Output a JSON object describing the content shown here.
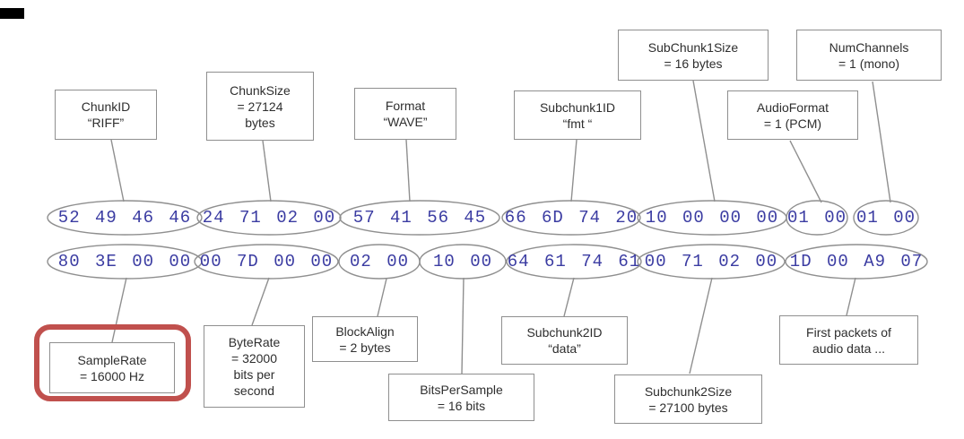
{
  "diagram_title": "WAV file header byte layout",
  "colors": {
    "hex_text": "#3b3ca2",
    "outline": "#8f8f8f",
    "label_text": "#2e2e2e",
    "highlight": "#c0504d",
    "background": "#ffffff"
  },
  "top_labels": [
    {
      "text": "ChunkID\n“RIFF”"
    },
    {
      "text": "ChunkSize\n= 27124\nbytes"
    },
    {
      "text": "Format\n“WAVE”"
    },
    {
      "text": "Subchunk1ID\n“fmt “"
    },
    {
      "text": "SubChunk1Size\n= 16 bytes"
    },
    {
      "text": "AudioFormat\n= 1 (PCM)"
    },
    {
      "text": "NumChannels\n= 1 (mono)"
    }
  ],
  "hex_row1": {
    "cells": [
      "52 49 46 46",
      "24 71 02 00",
      "57 41 56 45",
      "66 6D 74 20",
      "10 00 00 00",
      "01 00",
      "01 00"
    ]
  },
  "hex_row2": {
    "cells": [
      "80 3E 00 00",
      "00 7D 00 00",
      "02 00",
      "10 00",
      "64 61 74 61",
      "00 71 02 00",
      "1D 00 A9 07"
    ]
  },
  "bottom_labels": [
    {
      "text": "SampleRate\n= 16000 Hz",
      "highlighted": true
    },
    {
      "text": "ByteRate\n= 32000\nbits per\nsecond"
    },
    {
      "text": "BlockAlign\n= 2 bytes"
    },
    {
      "text": "BitsPerSample\n= 16 bits"
    },
    {
      "text": "Subchunk2ID\n“data”"
    },
    {
      "text": "Subchunk2Size\n= 27100 bytes"
    },
    {
      "text": "First packets of\naudio data ..."
    }
  ]
}
